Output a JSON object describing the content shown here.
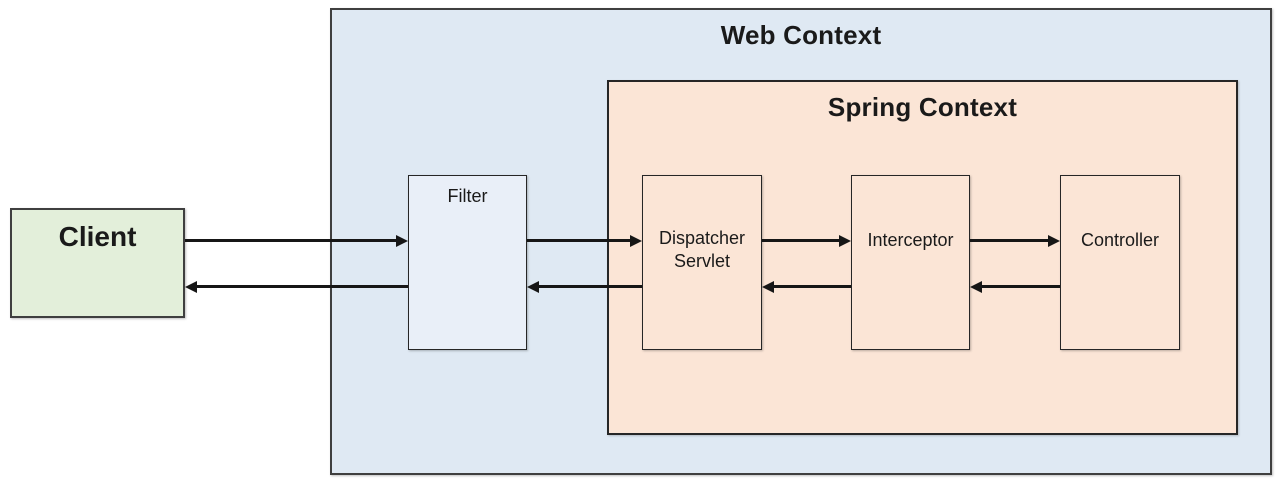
{
  "client": {
    "label": "Client"
  },
  "web_context": {
    "label": "Web Context"
  },
  "spring_context": {
    "label": "Spring Context"
  },
  "nodes": {
    "filter": {
      "label": "Filter"
    },
    "dispatcher_servlet": {
      "label": "Dispatcher Servlet"
    },
    "interceptor": {
      "label": "Interceptor"
    },
    "controller": {
      "label": "Controller"
    }
  },
  "arrows": [
    {
      "from": "Client",
      "to": "Filter",
      "direction": "request"
    },
    {
      "from": "Filter",
      "to": "Dispatcher Servlet",
      "direction": "request"
    },
    {
      "from": "Dispatcher Servlet",
      "to": "Interceptor",
      "direction": "request"
    },
    {
      "from": "Interceptor",
      "to": "Controller",
      "direction": "request"
    },
    {
      "from": "Controller",
      "to": "Interceptor",
      "direction": "response"
    },
    {
      "from": "Interceptor",
      "to": "Dispatcher Servlet",
      "direction": "response"
    },
    {
      "from": "Dispatcher Servlet",
      "to": "Filter",
      "direction": "response"
    },
    {
      "from": "Filter",
      "to": "Client",
      "direction": "response"
    }
  ],
  "colors": {
    "background": "#ffffff",
    "client_fill": "#e3efda",
    "web_context_fill": "#dfe9f3",
    "filter_fill": "#e9eff8",
    "spring_context_fill": "#fbe5d6",
    "node_peach_fill": "#fbe5d6",
    "outer_border": "#3f3f3f",
    "inner_border": "#262626",
    "arrow": "#161616",
    "text": "#1a1a1a"
  }
}
